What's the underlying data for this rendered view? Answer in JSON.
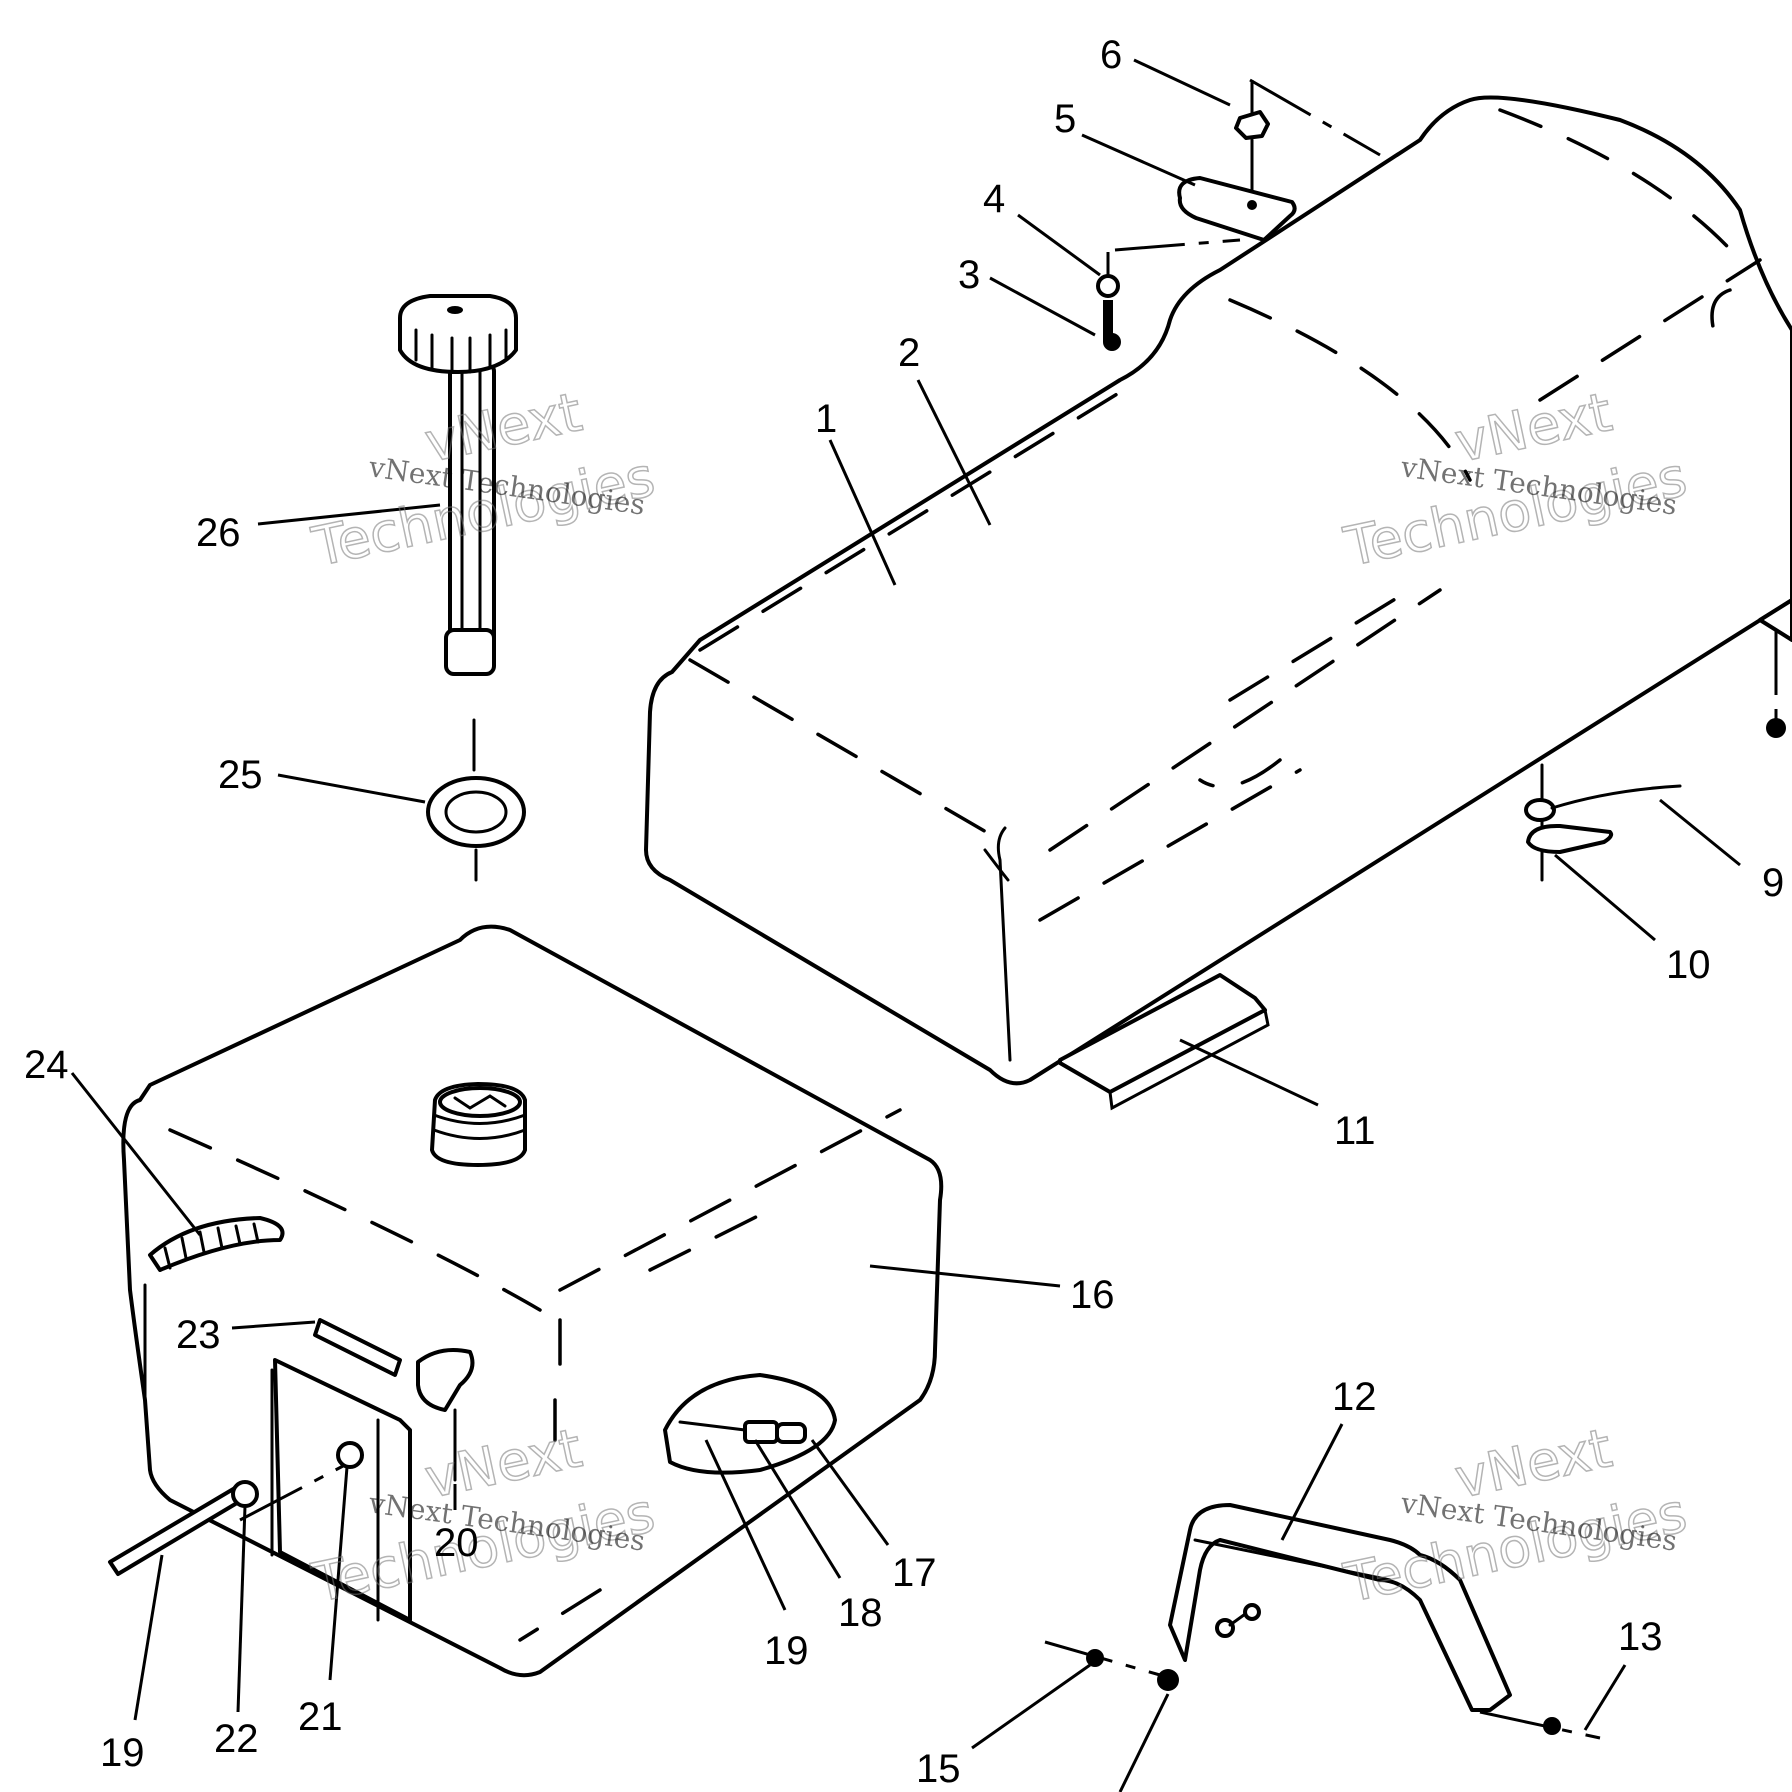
{
  "callouts": [
    {
      "n": "1"
    },
    {
      "n": "2"
    },
    {
      "n": "3"
    },
    {
      "n": "4"
    },
    {
      "n": "5"
    },
    {
      "n": "6"
    },
    {
      "n": "9"
    },
    {
      "n": "10"
    },
    {
      "n": "11"
    },
    {
      "n": "12"
    },
    {
      "n": "13"
    },
    {
      "n": "15"
    },
    {
      "n": "16"
    },
    {
      "n": "17"
    },
    {
      "n": "18"
    },
    {
      "n": "19"
    },
    {
      "n": "19"
    },
    {
      "n": "20"
    },
    {
      "n": "21"
    },
    {
      "n": "22"
    },
    {
      "n": "23"
    },
    {
      "n": "24"
    },
    {
      "n": "25"
    },
    {
      "n": "26"
    }
  ],
  "watermark": {
    "brand_line": "vNext Technologies",
    "word_a": "vNext",
    "word_b": "Technologies"
  },
  "colors": {
    "ink": "#000000",
    "paper": "#ffffff"
  }
}
